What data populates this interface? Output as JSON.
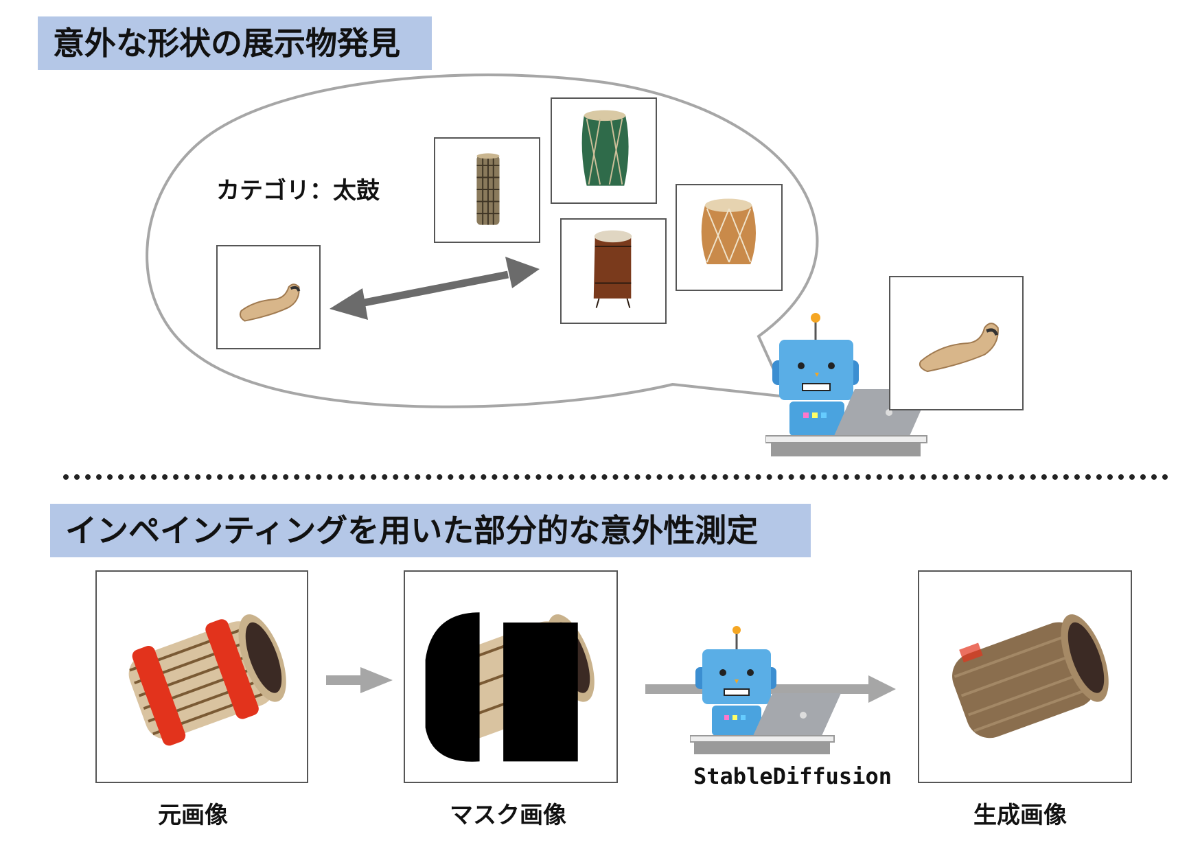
{
  "section1": {
    "title": "意外な形状の展示物発見"
  },
  "section2": {
    "title": "インペインティングを用いた部分的な意外性測定"
  },
  "bubble": {
    "category_label": "カテゴリ：太鼓"
  },
  "pipeline": {
    "original_label": "元画像",
    "mask_label": "マスク画像",
    "model_label": "StableDiffusion",
    "generated_label": "生成画像"
  },
  "colors": {
    "title_bg": "#b4c7e7",
    "arrow_dark": "#6b6b6b",
    "arrow_light": "#a6a6a6",
    "robot_blue": "#4aa3df",
    "drum_red": "#e2331c"
  },
  "icons": [
    "robot-with-laptop-icon",
    "curved-horn-drum-image",
    "drum-image",
    "double-arrow-icon",
    "right-arrow-icon"
  ]
}
